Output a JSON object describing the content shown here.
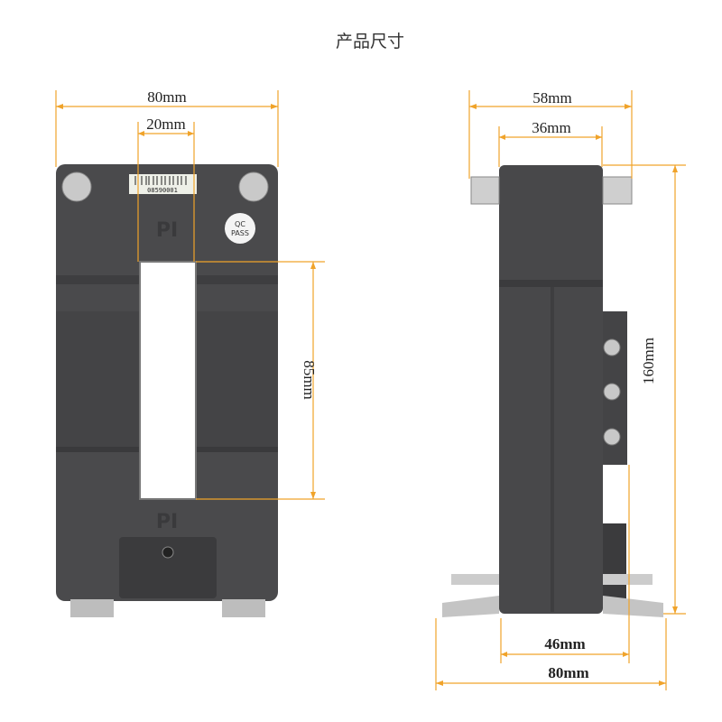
{
  "title": "产品尺寸",
  "front_view": {
    "width_label": "80mm",
    "window_width_label": "20mm",
    "window_height_label": "85mm",
    "barcode_text": "08590001",
    "logo_text": "PI",
    "qc_badge": [
      "QC",
      "PASS"
    ]
  },
  "side_view": {
    "overall_top_label": "58mm",
    "body_depth_label": "36mm",
    "height_label": "160mm",
    "base_inner_label": "46mm",
    "base_outer_label": "80mm"
  },
  "colors": {
    "dimension_line": "#f0a32a",
    "body": "#4a4a4c"
  }
}
